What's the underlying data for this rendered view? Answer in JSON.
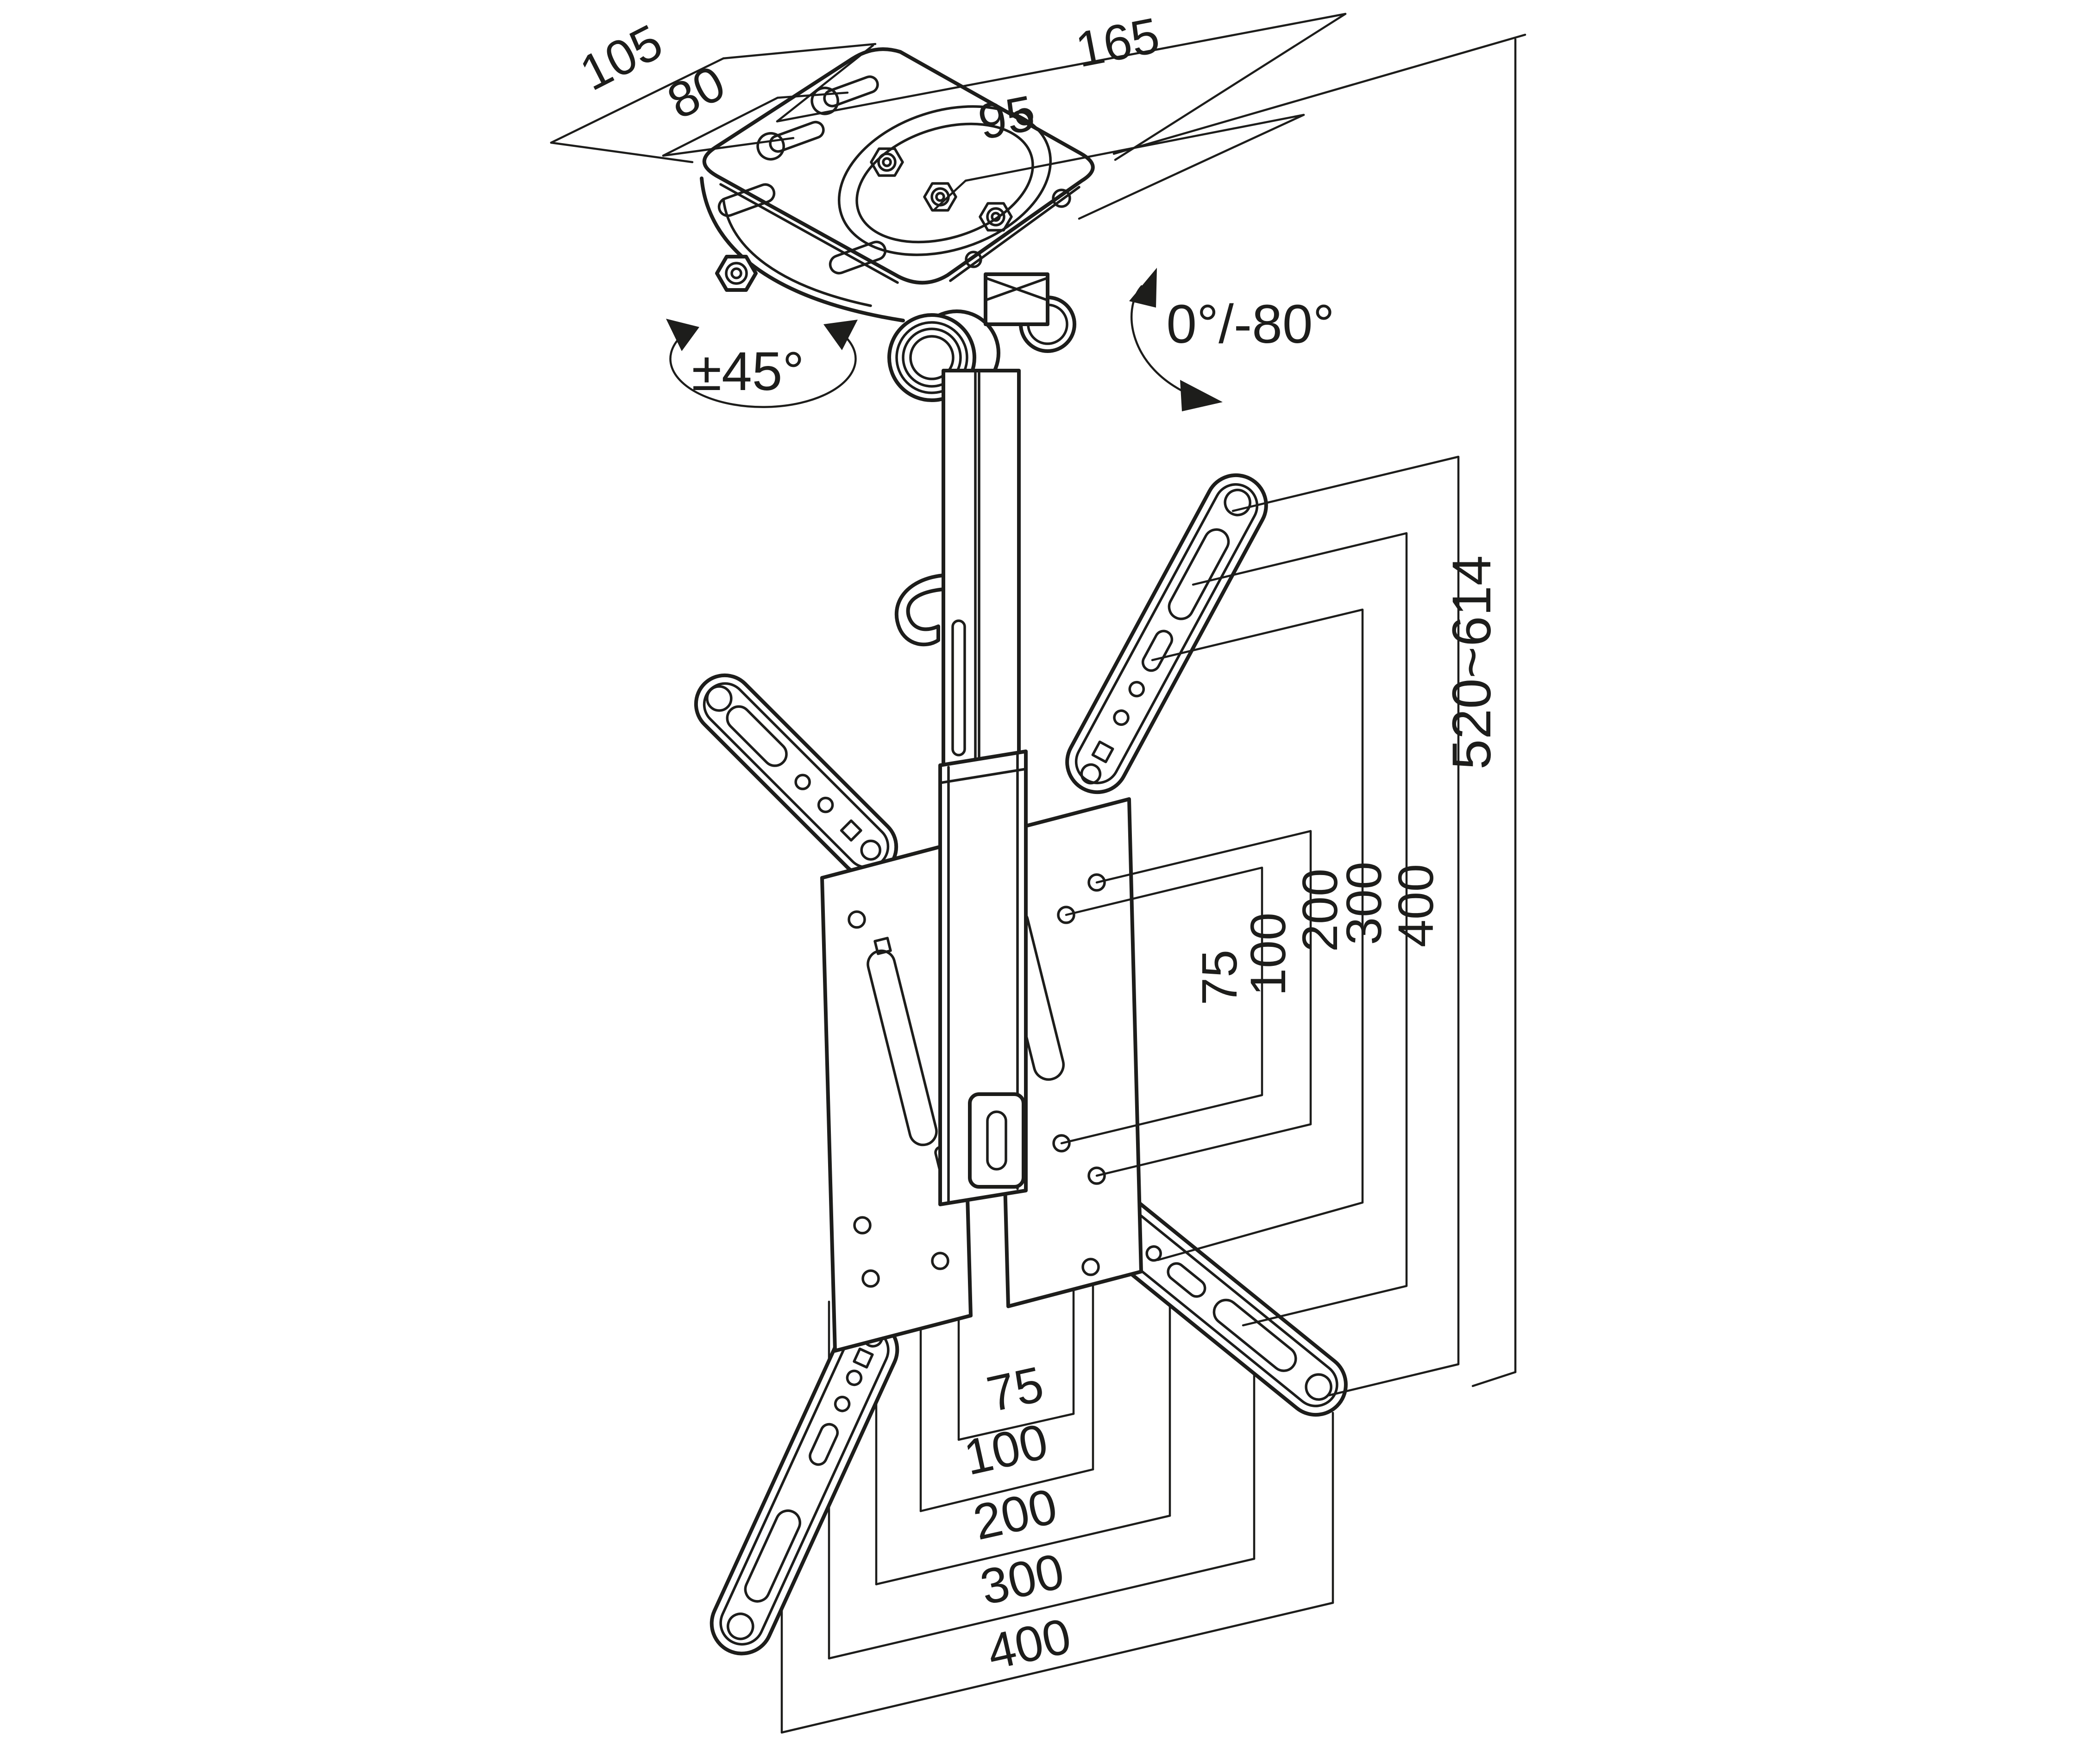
{
  "title": "TV ceiling mount bracket dimensional drawing",
  "colors": {
    "line": "#1d1d1b",
    "background": "#ffffff"
  },
  "ceiling_plate_dims": {
    "depth_outer": "105",
    "depth_inner": "80",
    "width_outer": "165",
    "width_inner": "95"
  },
  "rotation_labels": {
    "swivel": "±45°",
    "tilt": "0°/-80°"
  },
  "height_range_label": "520~614",
  "vesa": {
    "vertical_mm": [
      "75",
      "100",
      "200",
      "300",
      "400"
    ],
    "horizontal_mm": [
      "75",
      "100",
      "200",
      "300",
      "400"
    ]
  }
}
